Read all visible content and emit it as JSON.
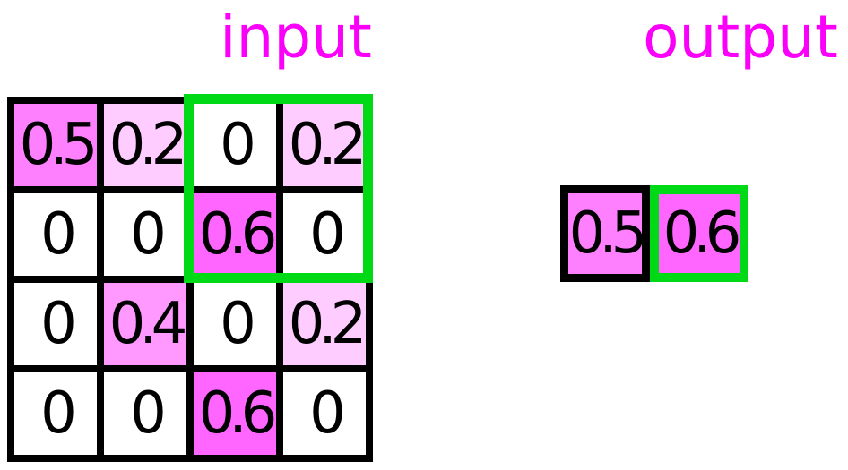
{
  "titles": {
    "input": "input",
    "output": "output"
  },
  "colors": {
    "title_text": "#fa00fa",
    "highlight_green": "#00d915",
    "grid_line_black": "#000000",
    "background": "#ffffff",
    "value_colormap": {
      "0": "#ffffff",
      "0.2": "#ffccff",
      "0.4": "#ff99ff",
      "0.5": "#ff80ff",
      "0.6": "#ff66ff"
    }
  },
  "input_grid": {
    "rows": 4,
    "cols": 4,
    "values": [
      [
        "0.5",
        "0.2",
        "0",
        "0.2"
      ],
      [
        "0",
        "0",
        "0.6",
        "0"
      ],
      [
        "0",
        "0.4",
        "0",
        "0.2"
      ],
      [
        "0",
        "0",
        "0.6",
        "0"
      ]
    ],
    "cells": [
      {
        "value": "0.5",
        "color": "#ff80ff"
      },
      {
        "value": "0.2",
        "color": "#ffccff"
      },
      {
        "value": "0",
        "color": "#ffffff"
      },
      {
        "value": "0.2",
        "color": "#ffccff"
      },
      {
        "value": "0",
        "color": "#ffffff"
      },
      {
        "value": "0",
        "color": "#ffffff"
      },
      {
        "value": "0.6",
        "color": "#ff66ff"
      },
      {
        "value": "0",
        "color": "#ffffff"
      },
      {
        "value": "0",
        "color": "#ffffff"
      },
      {
        "value": "0.4",
        "color": "#ff99ff"
      },
      {
        "value": "0",
        "color": "#ffffff"
      },
      {
        "value": "0.2",
        "color": "#ffccff"
      },
      {
        "value": "0",
        "color": "#ffffff"
      },
      {
        "value": "0",
        "color": "#ffffff"
      },
      {
        "value": "0.6",
        "color": "#ff66ff"
      },
      {
        "value": "0",
        "color": "#ffffff"
      }
    ],
    "highlighted_window": {
      "rows": "1-2",
      "cols": "3-4",
      "values": [
        [
          "0",
          "0.2"
        ],
        [
          "0.6",
          "0"
        ]
      ],
      "border_color": "#00d915"
    }
  },
  "output_grid": {
    "cells": [
      {
        "value": "0.5",
        "color": "#ff80ff",
        "highlighted": false
      },
      {
        "value": "0.6",
        "color": "#ff66ff",
        "highlighted": true
      }
    ]
  }
}
